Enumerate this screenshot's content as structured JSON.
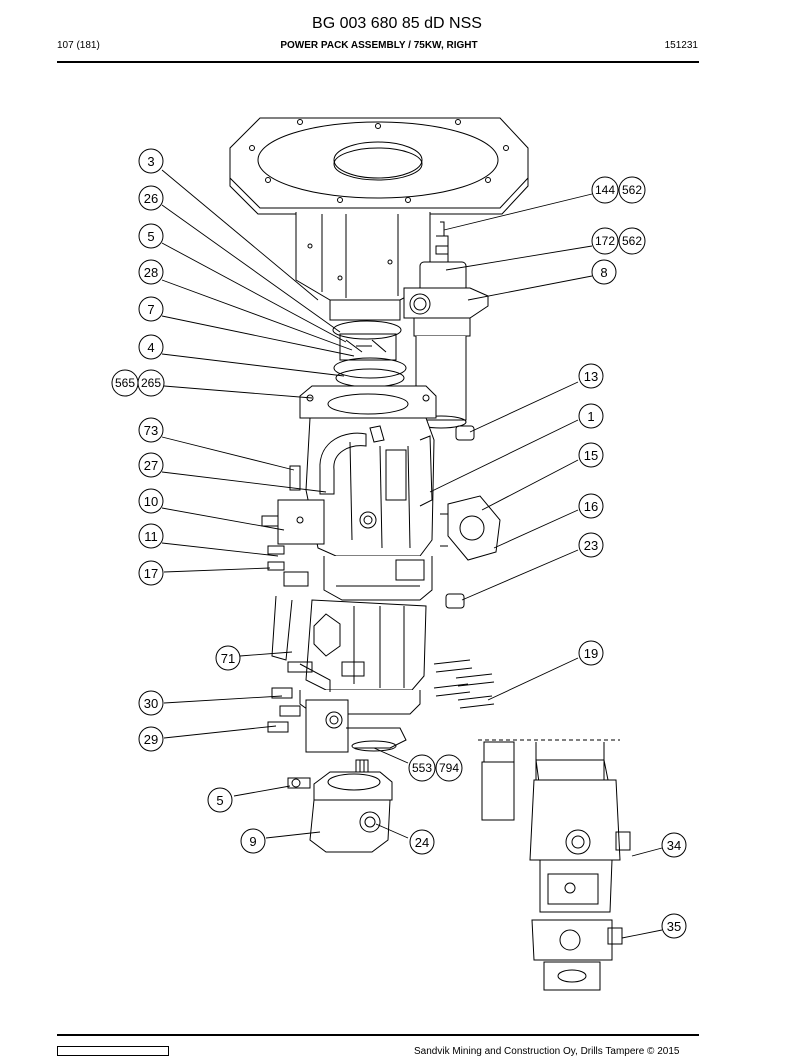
{
  "header": {
    "doc_id": "BG 003 680 85 dD NSS",
    "page": "107 (181)",
    "section_title": "POWER PACK ASSEMBLY / 75KW, RIGHT",
    "date_code": "151231"
  },
  "footer": {
    "company": "Sandvik Mining and Construction Oy, Drills Tampere © 2015"
  },
  "callouts": [
    {
      "label": "3"
    },
    {
      "label": "26"
    },
    {
      "label": "5"
    },
    {
      "label": "28"
    },
    {
      "label": "7"
    },
    {
      "label": "4"
    },
    {
      "label": "565"
    },
    {
      "label": "265"
    },
    {
      "label": "73"
    },
    {
      "label": "27"
    },
    {
      "label": "10"
    },
    {
      "label": "11"
    },
    {
      "label": "17"
    },
    {
      "label": "71"
    },
    {
      "label": "30"
    },
    {
      "label": "29"
    },
    {
      "label": "5"
    },
    {
      "label": "9"
    },
    {
      "label": "24"
    },
    {
      "label": "553"
    },
    {
      "label": "794"
    },
    {
      "label": "144"
    },
    {
      "label": "562"
    },
    {
      "label": "172"
    },
    {
      "label": "562"
    },
    {
      "label": "8"
    },
    {
      "label": "13"
    },
    {
      "label": "1"
    },
    {
      "label": "15"
    },
    {
      "label": "16"
    },
    {
      "label": "23"
    },
    {
      "label": "19"
    },
    {
      "label": "34"
    },
    {
      "label": "35"
    }
  ]
}
